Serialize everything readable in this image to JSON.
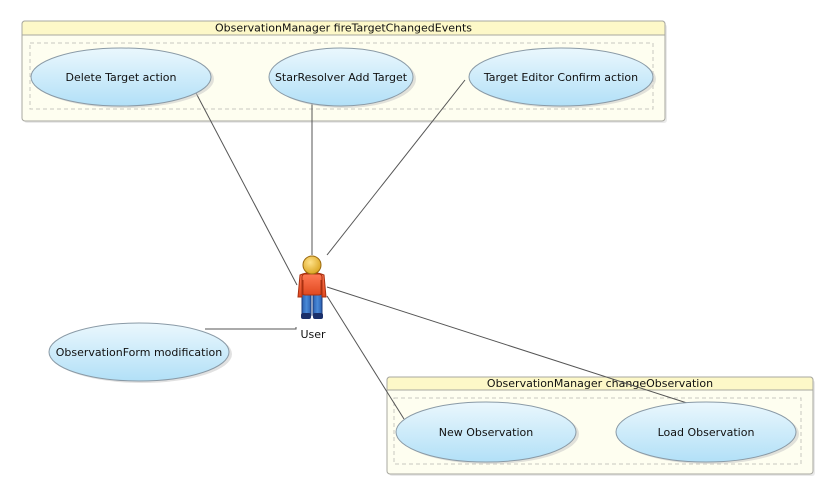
{
  "diagram": {
    "type": "use-case",
    "actor": {
      "id": "user",
      "label": "User",
      "icon": "user-actor-icon"
    },
    "packages": [
      {
        "id": "pkg-fire",
        "title": "ObservationManager fireTargetChangedEvents",
        "use_cases": [
          {
            "id": "uc-delete",
            "label": "Delete Target action"
          },
          {
            "id": "uc-star",
            "label": "StarResolver Add Target"
          },
          {
            "id": "uc-editor",
            "label": "Target Editor Confirm action"
          }
        ]
      },
      {
        "id": "pkg-change",
        "title": "ObservationManager changeObservation",
        "use_cases": [
          {
            "id": "uc-new",
            "label": "New Observation"
          },
          {
            "id": "uc-load",
            "label": "Load Observation"
          }
        ]
      }
    ],
    "standalone_use_cases": [
      {
        "id": "uc-form",
        "label": "ObservationForm modification"
      }
    ],
    "associations": [
      {
        "from": "user",
        "to": "uc-delete"
      },
      {
        "from": "user",
        "to": "uc-star"
      },
      {
        "from": "user",
        "to": "uc-editor"
      },
      {
        "from": "user",
        "to": "uc-form"
      },
      {
        "from": "user",
        "to": "uc-new"
      },
      {
        "from": "user",
        "to": "uc-load"
      }
    ],
    "colors": {
      "package_fill": "#fefef0",
      "package_header": "#fdf8c8",
      "usecase_top": "#e8f6fd",
      "usecase_bottom": "#b4e2f8"
    }
  }
}
